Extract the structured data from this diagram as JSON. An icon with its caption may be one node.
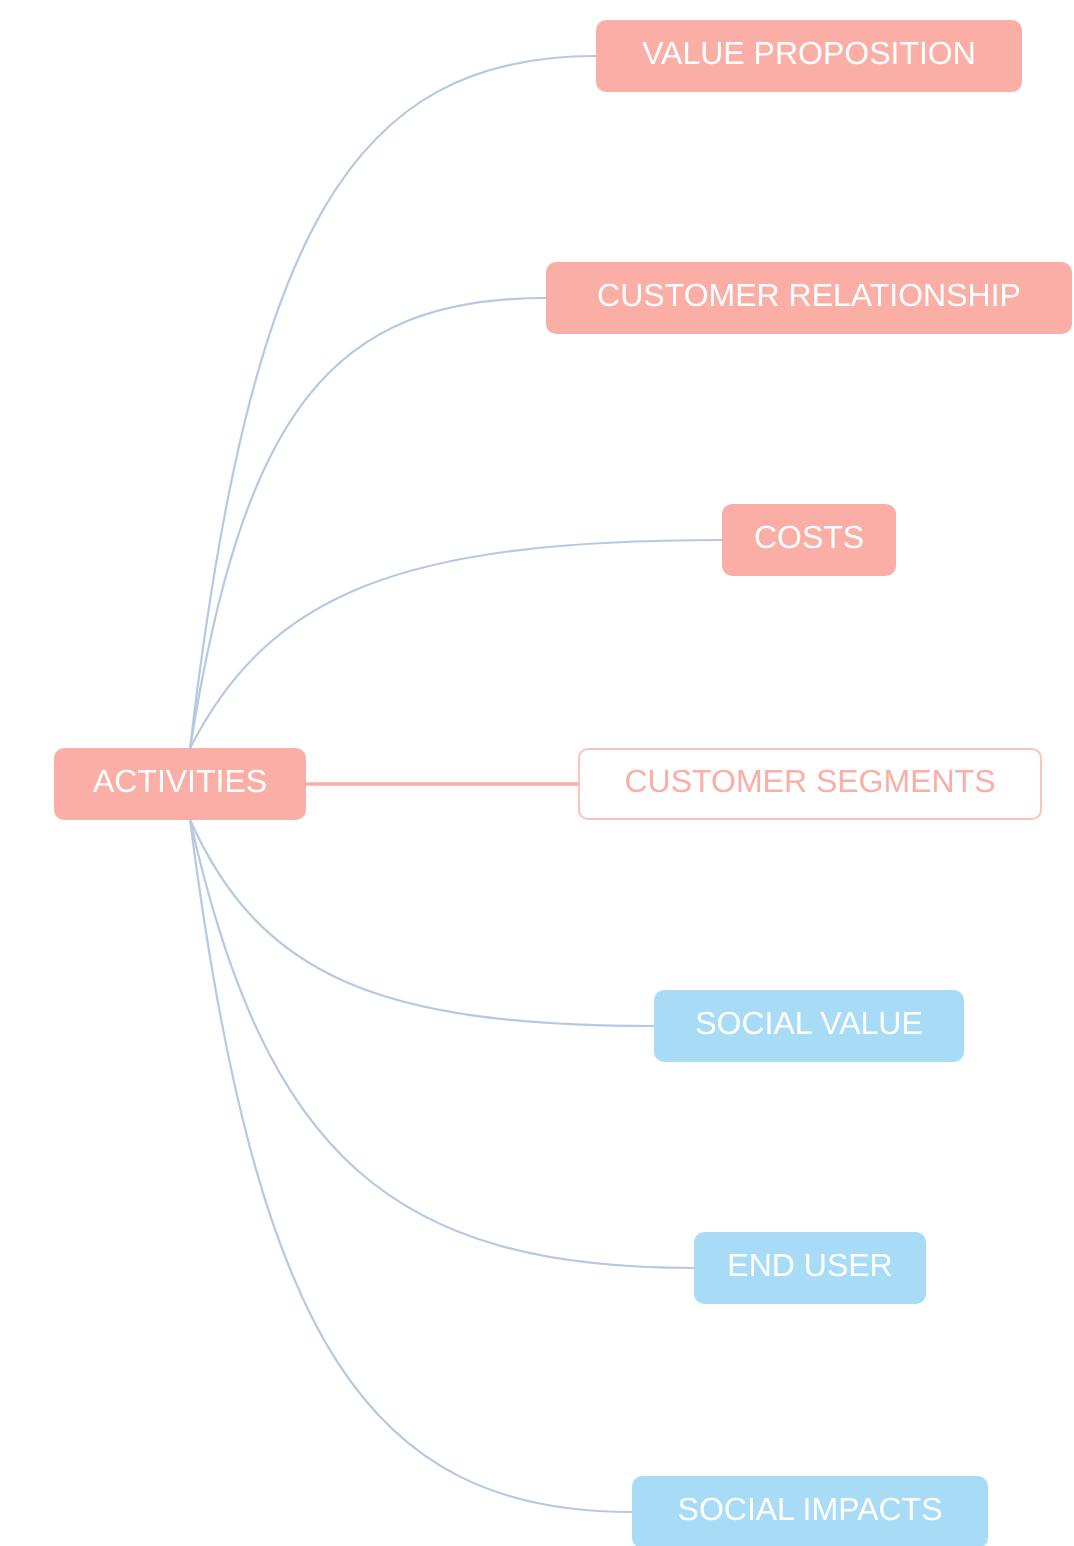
{
  "diagram": {
    "nodes": [
      {
        "text": [
          "ACTIVITIES"
        ]
      },
      {
        "text": [
          "VALUE PROPOSITION"
        ]
      },
      {
        "text": [
          "CUSTOMER RELATIONSHIP"
        ]
      },
      {
        "text": [
          "COSTS"
        ]
      },
      {
        "text": [
          "CUSTOMER SEGMENTS"
        ]
      },
      {
        "text": [
          "SOCIAL VALUE"
        ]
      },
      {
        "text": [
          "END USER"
        ]
      },
      {
        "text": [
          "SOCIAL IMPACTS"
        ]
      }
    ],
    "edges": [
      {
        "from": 0,
        "to": 1,
        "arrow": "none"
      },
      {
        "from": 0,
        "to": 2,
        "arrow": "none"
      },
      {
        "from": 0,
        "to": 3,
        "arrow": "none"
      },
      {
        "from": 0,
        "to": 4,
        "arrow": "none",
        "color": "#fbaea5"
      },
      {
        "from": 0,
        "to": 5,
        "arrow": "none"
      },
      {
        "from": 0,
        "to": 6,
        "arrow": "none"
      },
      {
        "from": 0,
        "to": 7,
        "arrow": "none"
      }
    ]
  }
}
